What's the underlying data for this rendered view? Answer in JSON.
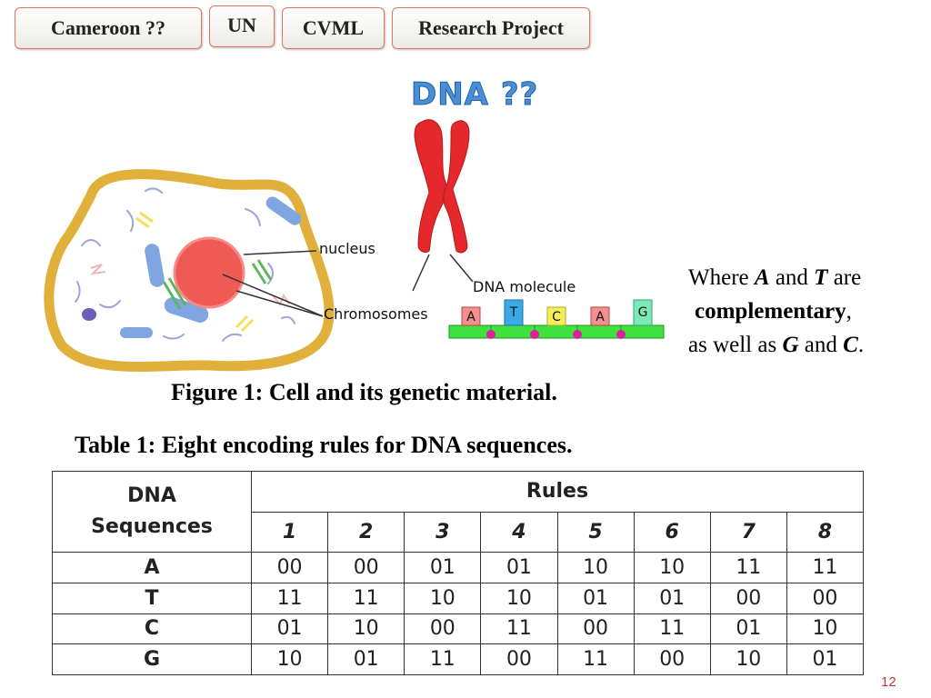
{
  "nav": {
    "tabs": [
      {
        "label": "Cameroon ??"
      },
      {
        "label": "UN"
      },
      {
        "label": "CVML"
      },
      {
        "label": "Research Project"
      }
    ]
  },
  "title": "DNA ??",
  "figure": {
    "labels": {
      "nucleus": "nucleus",
      "chromosomes": "Chromosomes",
      "dna_molecule": "DNA molecule"
    },
    "strand_bases": [
      "A",
      "T",
      "C",
      "A",
      "G"
    ],
    "caption": "Figure 1: Cell and its genetic material."
  },
  "side_note": {
    "line1_where": "Where ",
    "line1_a": "A",
    "line1_and": " and ",
    "line1_t": "T",
    "line1_are": " are",
    "line2_word": "complementary",
    "line2_comma": ",",
    "line3_prefix": "as well as ",
    "line3_g": "G",
    "line3_and": " and ",
    "line3_c": "C",
    "line3_period": "."
  },
  "table": {
    "caption": "Table 1: Eight encoding rules for  DNA sequences.",
    "header_dna_line1": "DNA",
    "header_dna_line2": "Sequences",
    "header_rules": "Rules",
    "rule_numbers": [
      "1",
      "2",
      "3",
      "4",
      "5",
      "6",
      "7",
      "8"
    ],
    "rows": [
      {
        "base": "A",
        "codes": [
          "00",
          "00",
          "01",
          "01",
          "10",
          "10",
          "11",
          "11"
        ]
      },
      {
        "base": "T",
        "codes": [
          "11",
          "11",
          "10",
          "10",
          "01",
          "01",
          "00",
          "00"
        ]
      },
      {
        "base": "C",
        "codes": [
          "01",
          "10",
          "00",
          "11",
          "00",
          "11",
          "01",
          "10"
        ]
      },
      {
        "base": "G",
        "codes": [
          "10",
          "01",
          "11",
          "00",
          "11",
          "00",
          "10",
          "01"
        ]
      }
    ]
  },
  "page_number": "12",
  "colors": {
    "tab_border": "#e2745a",
    "title_blue": "#4a8fd6",
    "chromosome_red": "#e5282b",
    "cell_wall": "#e0b03a",
    "nucleus": "#ef5a55",
    "strand_green": "#3fe03f",
    "page_number": "#c0392b"
  }
}
